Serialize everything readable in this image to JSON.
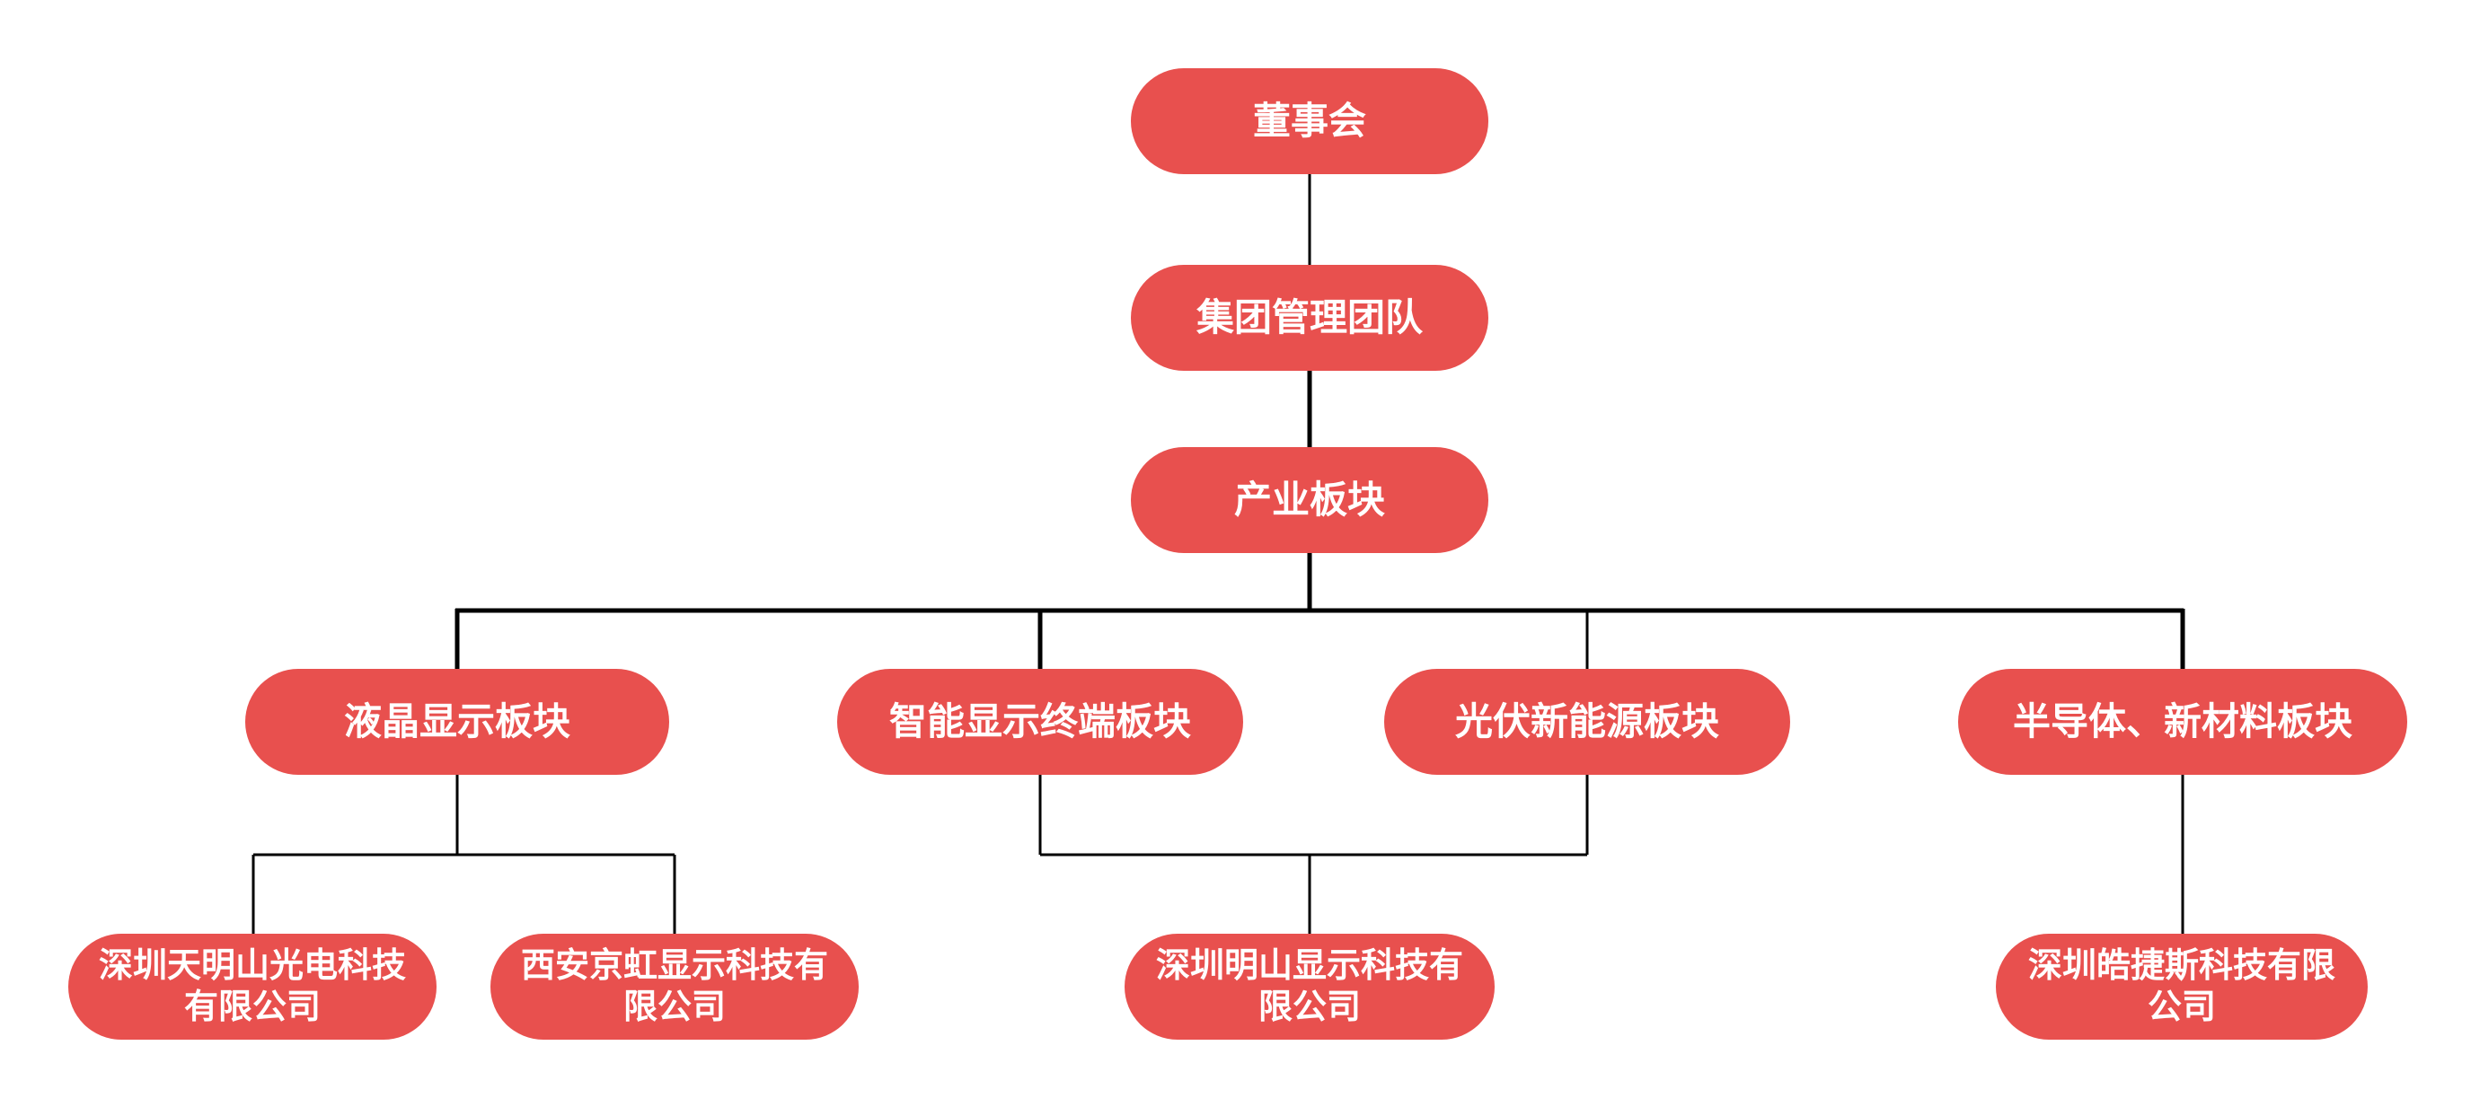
{
  "colors": {
    "node_fill": "#e8504e",
    "node_text": "#ffffff",
    "connector": "#000000"
  },
  "org": {
    "board": "董事会",
    "management": "集团管理团队",
    "industry": "产业板块",
    "segments": {
      "lcd": "液晶显示板块",
      "smart_display": "智能显示终端板块",
      "pv": "光伏新能源板块",
      "semiconductor": "半导体、新材料板块"
    },
    "companies": {
      "tianmingshan": [
        "深圳天明山光电科技",
        "有限公司"
      ],
      "jinghong": [
        "西安京虹显示科技有",
        "限公司"
      ],
      "mingshan": [
        "深圳明山显示科技有",
        "限公司"
      ],
      "haojiesi": [
        "深圳皓捷斯科技有限",
        "公司"
      ]
    }
  }
}
